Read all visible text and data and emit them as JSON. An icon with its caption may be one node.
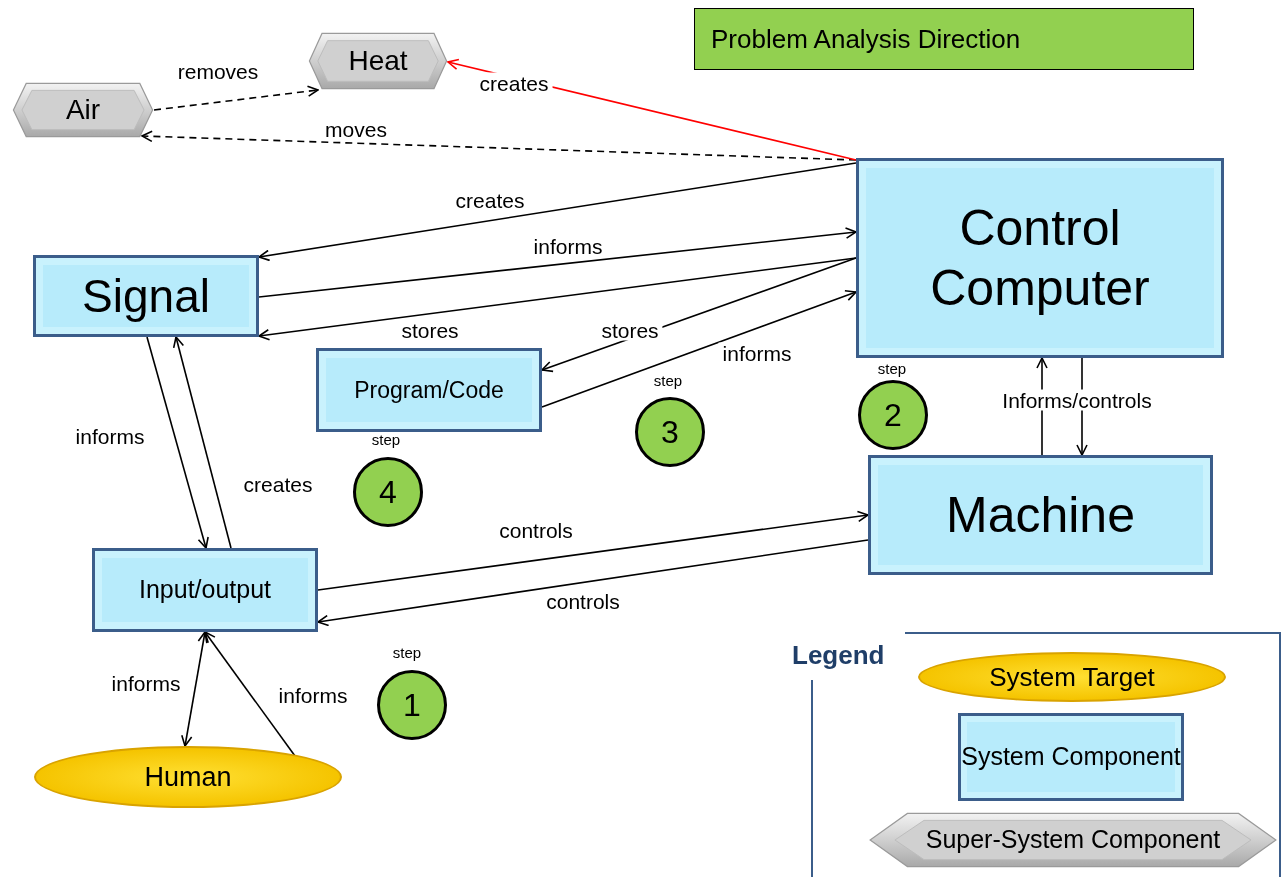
{
  "diagram": {
    "nodes": [
      {
        "text": [
          "Problem Analysis Direction"
        ]
      },
      {
        "text": [
          "Heat"
        ]
      },
      {
        "text": [
          "Air"
        ]
      },
      {
        "text": [
          "Control Computer"
        ]
      },
      {
        "text": [
          "Signal"
        ]
      },
      {
        "text": [
          "Program/Code"
        ]
      },
      {
        "text": [
          "Machine"
        ]
      },
      {
        "text": [
          "Input/output"
        ]
      },
      {
        "text": [
          "Human"
        ]
      },
      {
        "text": [
          "2"
        ],
        "beside": [
          "step"
        ]
      },
      {
        "text": [
          "3"
        ],
        "beside": [
          "step"
        ]
      },
      {
        "text": [
          "4"
        ],
        "beside": [
          "step"
        ]
      },
      {
        "text": [
          "1"
        ],
        "beside": [
          "step"
        ]
      }
    ],
    "edges": [
      {
        "from": 2,
        "to": 1,
        "arrow": "to",
        "label": "removes",
        "style": "dashed"
      },
      {
        "from": 3,
        "to": 2,
        "arrow": "to",
        "label": "moves",
        "style": "dashed"
      },
      {
        "from": 3,
        "to": 1,
        "arrow": "to",
        "label": "creates",
        "color": "#ff0000"
      },
      {
        "from": 3,
        "to": 4,
        "arrow": "to",
        "label": "creates"
      },
      {
        "from": 4,
        "to": 3,
        "arrow": "to",
        "label": "informs"
      },
      {
        "from": 3,
        "to": 4,
        "arrow": "to",
        "label": "stores"
      },
      {
        "from": 3,
        "to": 5,
        "arrow": "to",
        "label": "stores"
      },
      {
        "from": 5,
        "to": 3,
        "arrow": "to",
        "label": "informs"
      },
      {
        "from": 6,
        "to": 3,
        "arrow": "to",
        "label": "Informs/controls"
      },
      {
        "from": 3,
        "to": 6,
        "arrow": "to"
      },
      {
        "from": 4,
        "to": 7,
        "arrow": "to",
        "label": "informs"
      },
      {
        "from": 7,
        "to": 4,
        "arrow": "to",
        "label": "creates"
      },
      {
        "from": 7,
        "to": 6,
        "arrow": "to",
        "label": "controls"
      },
      {
        "from": 6,
        "to": 7,
        "arrow": "to",
        "label": "controls"
      },
      {
        "from": 7,
        "to": 8,
        "arrow": "both",
        "label": "informs"
      },
      {
        "from": 8,
        "to": 7,
        "arrow": "to",
        "label": "informs"
      }
    ],
    "labels": [
      "Legend"
    ],
    "legend": [
      {
        "text": "System Target"
      },
      {
        "text": "System Component"
      },
      {
        "text": "Super-System Component"
      }
    ]
  }
}
